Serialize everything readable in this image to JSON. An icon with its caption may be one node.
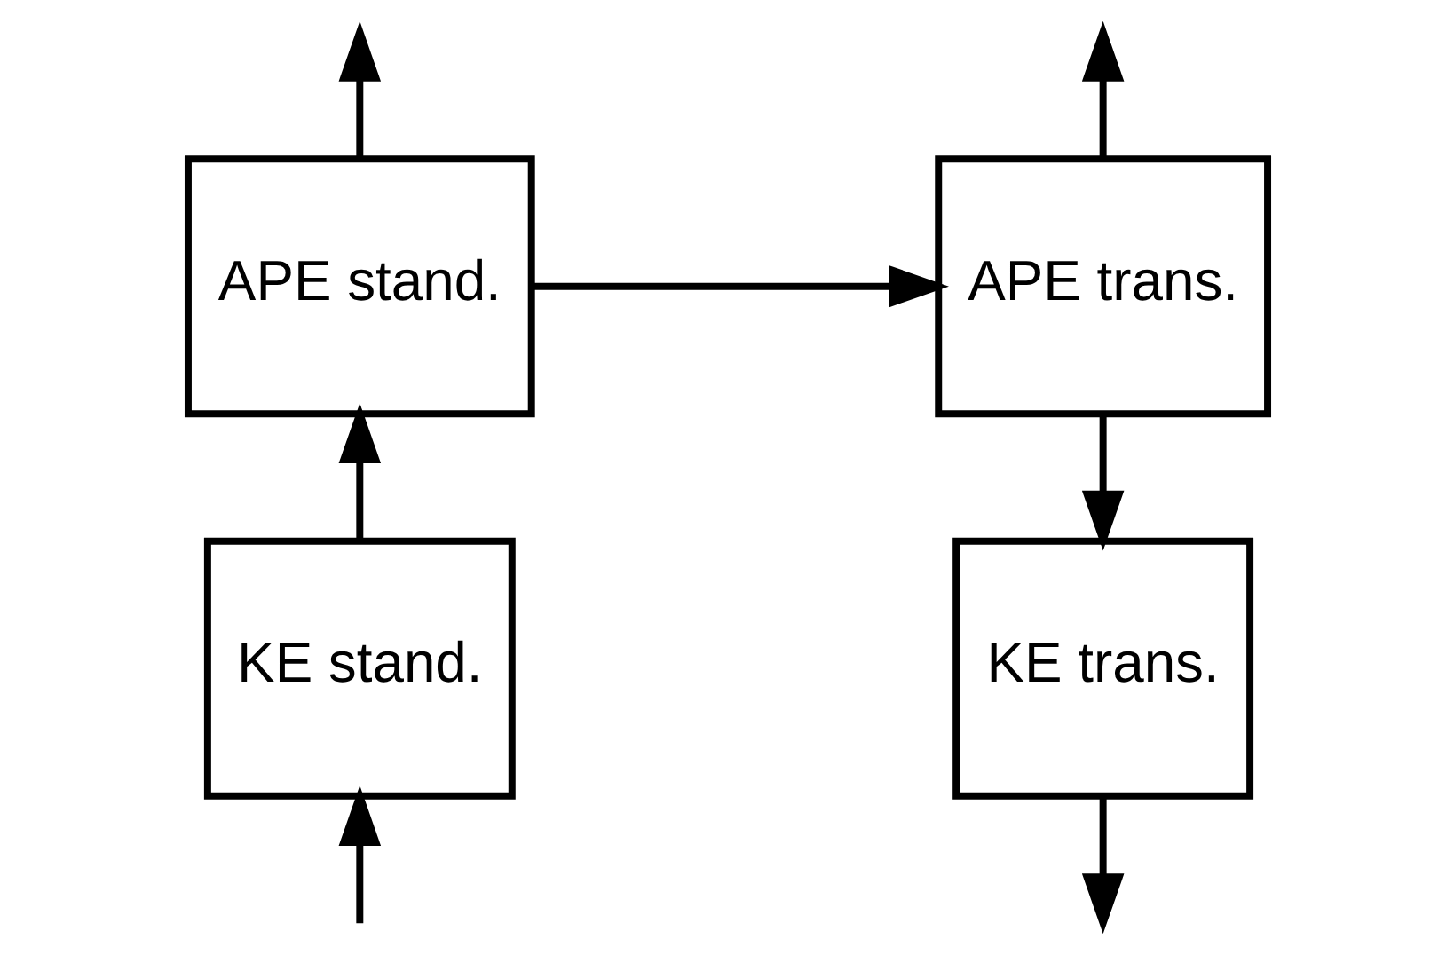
{
  "diagram": {
    "nodes": [
      {
        "text": [
          "APE stand."
        ]
      },
      {
        "text": [
          "APE trans."
        ]
      },
      {
        "text": [
          "KE stand."
        ]
      },
      {
        "text": [
          "KE trans."
        ]
      }
    ],
    "edges": [
      {
        "from": 0,
        "to": null,
        "arrow": "to"
      },
      {
        "from": 1,
        "to": null,
        "arrow": "to"
      },
      {
        "from": 0,
        "to": 1,
        "arrow": "to"
      },
      {
        "from": 2,
        "to": 0,
        "arrow": "to"
      },
      {
        "from": 1,
        "to": 3,
        "arrow": "to"
      },
      {
        "from": null,
        "to": 2,
        "arrow": "to"
      },
      {
        "from": 3,
        "to": null,
        "arrow": "to"
      }
    ]
  }
}
